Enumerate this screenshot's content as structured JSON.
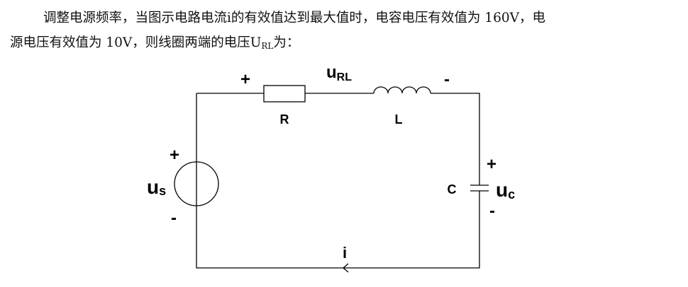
{
  "question": {
    "line1": "调整电源频率，当图示电路电流i的有效值达到最大值时，电容电压有效值为 160V，电",
    "line2_pre": "源电压有效值为 10V，则线圈两端的电压U",
    "line2_sub": "RL",
    "line2_post": "为："
  },
  "circuit": {
    "plus": "+",
    "minus": "-",
    "u": "u",
    "url_sub": "RL",
    "us_sub": "s",
    "uc_sub": "c",
    "resistor": "R",
    "inductor": "L",
    "capacitor": "C",
    "current": "i"
  }
}
